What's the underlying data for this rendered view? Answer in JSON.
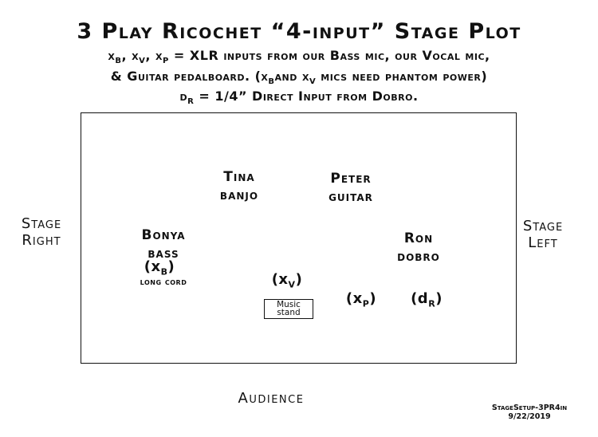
{
  "title": "3 Play Ricochet “4-input” Stage Plot",
  "legend": {
    "line1": {
      "x1": "x",
      "b": "B",
      "x2": ", x",
      "v": "V",
      "x3": ", x",
      "p": "P",
      "rest": " = XLR inputs from our Bass mic, our Vocal mic,"
    },
    "line2": {
      "a": "& Guitar pedalboard. (x",
      "b": "B",
      "c": "and x",
      "v": "V",
      "d": " mics need phantom power)"
    },
    "line3": {
      "d": "d",
      "r": "R",
      "rest": " = 1/4” Direct Input from Dobro."
    }
  },
  "sides": {
    "right_line1": "Stage",
    "right_line2": "Right",
    "left_line1": "Stage",
    "left_line2": "Left",
    "audience": "Audience"
  },
  "performers": {
    "tina": {
      "name": "Tina",
      "instrument": "banjo"
    },
    "peter": {
      "name": "Peter",
      "instrument": "guitar"
    },
    "bonya": {
      "name": "Bonya",
      "instrument": "bass",
      "note": "long cord"
    },
    "ron": {
      "name": "Ron",
      "instrument": "dobro"
    }
  },
  "inputs": {
    "xb": {
      "open": "(x",
      "sub": "B",
      "close": ")"
    },
    "xv": {
      "open": "(x",
      "sub": "V",
      "close": ")"
    },
    "xp": {
      "open": "(x",
      "sub": "P",
      "close": ")"
    },
    "dr": {
      "open": "(d",
      "sub": "R",
      "close": ")"
    }
  },
  "music_stand": {
    "line1": "Music",
    "line2": "stand"
  },
  "footer": {
    "file": "StageSetup-3PR4in",
    "date": "9/22/2019"
  }
}
